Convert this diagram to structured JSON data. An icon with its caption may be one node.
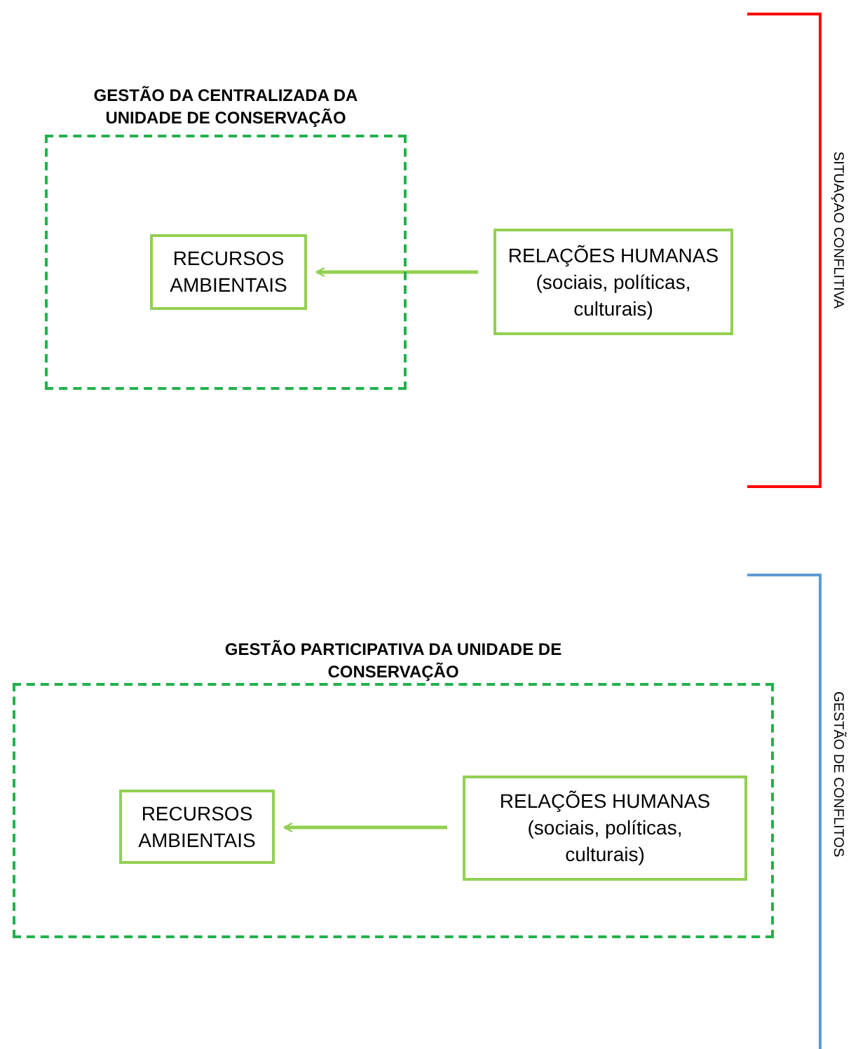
{
  "diagram": {
    "nodes": [
      {
        "text": [
          "GESTÃO DA CENTRALIZADA DA UNIDADE DE CONSERVAÇÃO"
        ]
      },
      {
        "text": [
          "RECURSOS AMBIENTAIS"
        ],
        "in": 0
      },
      {
        "text": [
          "RELAÇÕES HUMANAS (sociais, políticas, culturais)"
        ]
      },
      {
        "text": [
          "GESTÃO PARTICIPATIVA DA UNIDADE DE CONSERVAÇÃO"
        ]
      },
      {
        "text": [
          "RECURSOS AMBIENTAIS"
        ],
        "in": 3
      },
      {
        "text": [
          "RELAÇÕES HUMANAS (sociais, políticas, culturais)"
        ],
        "in": 3
      }
    ],
    "edges": [
      {
        "from": 2,
        "to": 1,
        "arrow": "to"
      },
      {
        "from": 5,
        "to": 4,
        "arrow": "to"
      }
    ],
    "labels": [
      "SITUAÇAO CONFLITIVA",
      "GESTÃO DE CONFLITOS"
    ]
  }
}
